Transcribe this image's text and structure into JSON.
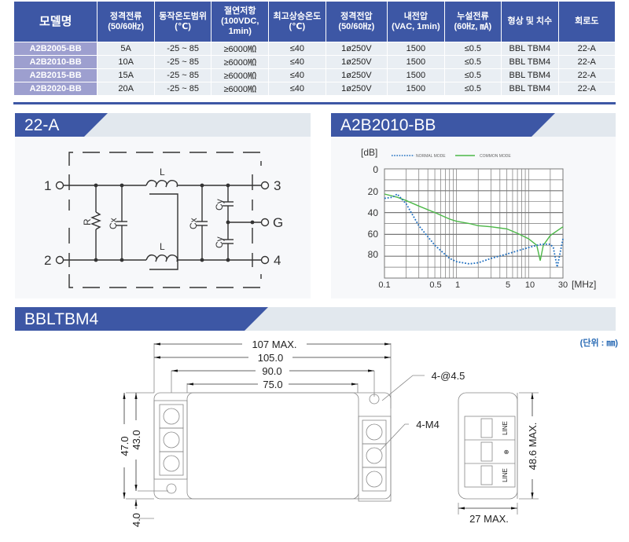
{
  "spec_table": {
    "headers": [
      {
        "line1": "모델명",
        "line2": ""
      },
      {
        "line1": "정격전류",
        "line2": "(50/60㎐)"
      },
      {
        "line1": "동작온도범위",
        "line2": "(℃)"
      },
      {
        "line1": "절연저항",
        "line2": "(100VDC,",
        "line3": "1min)"
      },
      {
        "line1": "최고상승온도",
        "line2": "(℃)"
      },
      {
        "line1": "정격전압",
        "line2": "(50/60㎐)"
      },
      {
        "line1": "내전압",
        "line2": "(VAC, 1min)"
      },
      {
        "line1": "누설전류",
        "line2": "(60㎐, ㎃)"
      },
      {
        "line1": "형상 및 치수",
        "line2": ""
      },
      {
        "line1": "회로도",
        "line2": ""
      }
    ],
    "rows": [
      [
        "A2B2005-BB",
        "5A",
        "-25 ~ 85",
        "≥6000㏁",
        "≤40",
        "1ø250V",
        "1500",
        "≤0.5",
        "BBL TBM4",
        "22-A"
      ],
      [
        "A2B2010-BB",
        "10A",
        "-25 ~ 85",
        "≥6000㏁",
        "≤40",
        "1ø250V",
        "1500",
        "≤0.5",
        "BBL TBM4",
        "22-A"
      ],
      [
        "A2B2015-BB",
        "15A",
        "-25 ~ 85",
        "≥6000㏁",
        "≤40",
        "1ø250V",
        "1500",
        "≤0.5",
        "BBL TBM4",
        "22-A"
      ],
      [
        "A2B2020-BB",
        "20A",
        "-25 ~ 85",
        "≥6000㏁",
        "≤40",
        "1ø250V",
        "1500",
        "≤0.5",
        "BBL TBM4",
        "22-A"
      ]
    ]
  },
  "circuit": {
    "title": "22-A",
    "terminals": {
      "t1": "1",
      "t2": "2",
      "t3": "3",
      "t4": "4",
      "tg": "G"
    },
    "labels": {
      "L_top": "L",
      "L_bottom": "L",
      "R": "R",
      "Cx_left": "Cx",
      "Cx_right": "Cx",
      "Cy_top": "Cy",
      "Cy_bottom": "Cy"
    }
  },
  "attenuation_chart": {
    "title": "A2B2010-BB",
    "y_unit": "[dB]",
    "x_unit": "[MHz]",
    "legend": {
      "normal": "NORMAL MODE",
      "common": "COMMON MODE"
    },
    "y_ticks": [
      "0",
      "20",
      "40",
      "60",
      "80"
    ],
    "x_ticks": [
      "0.1",
      "0.5",
      "1",
      "5",
      "10",
      "30"
    ]
  },
  "chart_data": {
    "type": "line",
    "title": "A2B2010-BB",
    "xlabel": "[MHz]",
    "ylabel": "[dB]",
    "x_scale": "log",
    "xlim": [
      0.1,
      30
    ],
    "ylim": [
      0,
      100
    ],
    "y_inverted": true,
    "grid": true,
    "legend_position": "top",
    "x_tick_labels": [
      "0.1",
      "0.5",
      "1",
      "5",
      "10",
      "30"
    ],
    "y_tick_labels": [
      "0",
      "20",
      "40",
      "60",
      "80"
    ],
    "series": [
      {
        "name": "NORMAL MODE",
        "style": "dotted",
        "color": "#1f6fc0",
        "x": [
          0.1,
          0.13,
          0.15,
          0.2,
          0.3,
          0.5,
          0.8,
          1.0,
          1.5,
          2.0,
          3.0,
          5.0,
          10.0,
          15.0,
          20.0,
          22.0,
          25.0,
          30.0
        ],
        "y": [
          27,
          26,
          23,
          32,
          52,
          70,
          82,
          85,
          87,
          86,
          82,
          78,
          72,
          69,
          69,
          72,
          90,
          64
        ]
      },
      {
        "name": "COMMON MODE",
        "style": "solid",
        "color": "#4cb848",
        "x": [
          0.1,
          0.15,
          0.2,
          0.3,
          0.5,
          0.8,
          1.0,
          1.5,
          2.0,
          3.0,
          5.0,
          7.0,
          10.0,
          13.0,
          14.5,
          16.0,
          20.0,
          30.0
        ],
        "y": [
          23,
          26,
          29,
          34,
          40,
          46,
          48,
          50,
          52,
          53,
          55,
          59,
          64,
          70,
          84,
          70,
          61,
          53
        ]
      }
    ]
  },
  "dimension_drawing": {
    "title": "BBLTBM4",
    "unit_note": "(단위 : ㎜)",
    "dims": {
      "overall_max": "107 MAX.",
      "mount_pitch": "105.0",
      "terminal_span": "90.0",
      "body_length": "75.0",
      "height_total": "47.0",
      "height_mount": "43.0",
      "foot": "4.0",
      "hole": "4-@4.5",
      "screw": "4-M4",
      "side_height": "48.6 MAX.",
      "side_depth": "27 MAX."
    },
    "side_labels": {
      "top": "LINE",
      "mid": "⊕",
      "bottom": "LINE"
    }
  }
}
